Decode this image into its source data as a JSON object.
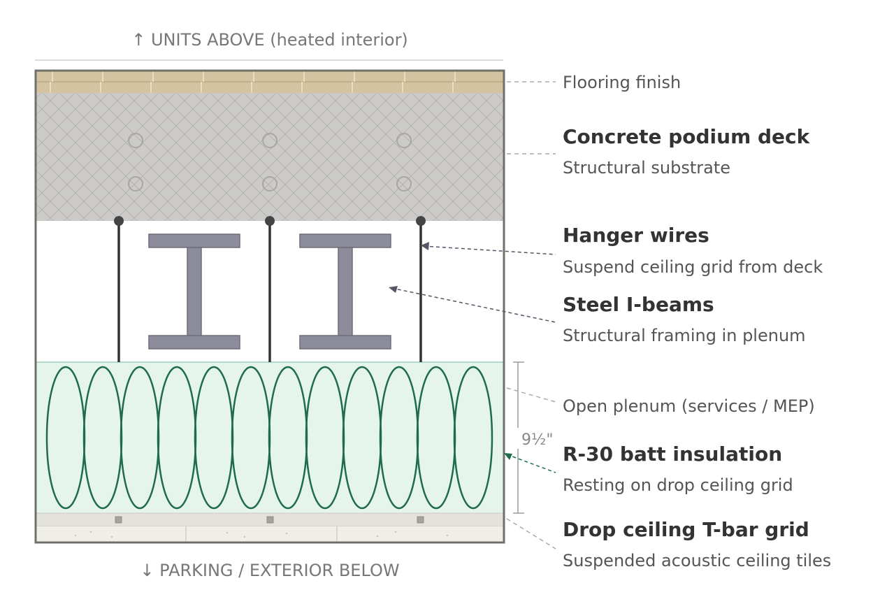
{
  "captions": {
    "top": "↑ UNITS ABOVE (heated interior)",
    "bottom": "↓ PARKING / EXTERIOR BELOW"
  },
  "dimension": "9½\"",
  "labels": {
    "flooring": {
      "title": "Flooring finish"
    },
    "concrete": {
      "title": "Concrete podium deck",
      "sub": "Structural substrate"
    },
    "hangers": {
      "title": "Hanger wires",
      "sub": "Suspend ceiling grid from deck"
    },
    "beams": {
      "title": "Steel I-beams",
      "sub": "Structural framing in plenum"
    },
    "plenum": {
      "title": "Open plenum (services / MEP)"
    },
    "insulation": {
      "title": "R-30 batt insulation",
      "sub": "Resting on drop ceiling grid"
    },
    "ceiling": {
      "title": "Drop ceiling T-bar grid",
      "sub": "Suspended acoustic ceiling tiles"
    }
  },
  "colors": {
    "flooring": "#d3c3a0",
    "concrete": "#cccbca",
    "steel": "#8c8c9b",
    "insulation_fill": "#e6f4ee",
    "insulation_stroke": "#1f6b4f",
    "frame": "#707068",
    "ceiling_tile": "#efeee9"
  }
}
